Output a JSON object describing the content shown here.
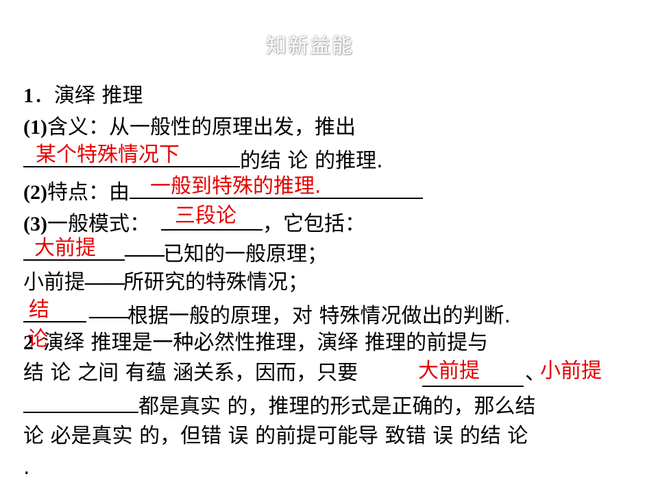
{
  "header": {
    "title": "知新益能"
  },
  "section1": {
    "number": "1",
    "title": "．演绎 推理",
    "p1_label": "(1)",
    "p1_text": "含义：从一般性的原理出发，推出",
    "p1_answer": "某个特殊情况下",
    "p1_tail": "的结 论 的推理.",
    "p2_label": "(2)",
    "p2_text": "特点：由",
    "p2_answer": "一般到特殊的推理.",
    "p3_label": "(3)",
    "p3_text": "一般模式：",
    "p3_answer": "三段论",
    "p3_tail": "，它包括：",
    "major_answer": "大前提",
    "major_dash": "——",
    "major_text": "已知的一般原理；",
    "minor_text": "小前提",
    "minor_dash": "——",
    "minor_desc": "所研究的特殊情况；",
    "concl_answer_1": "结",
    "concl_answer_2": "论",
    "concl_dash": "——",
    "concl_text": "根据一般的原理，对 特殊情况做出的判断."
  },
  "section2": {
    "number": "2",
    "line1": "演绎 推理是一种必然性推理，演绎 推理的前提与",
    "line2_text": "结 论 之间 有蕴 涵关系，因而，只要",
    "answer_major": "大前提",
    "separator": "、",
    "answer_minor": "小前提",
    "line3_text": "都是真实 的，推理的形式是正确的，那么结",
    "line4_text": "论 必是真实 的，但错 误 的前提可能导 致错 误 的结 论",
    "line5_text": "."
  }
}
